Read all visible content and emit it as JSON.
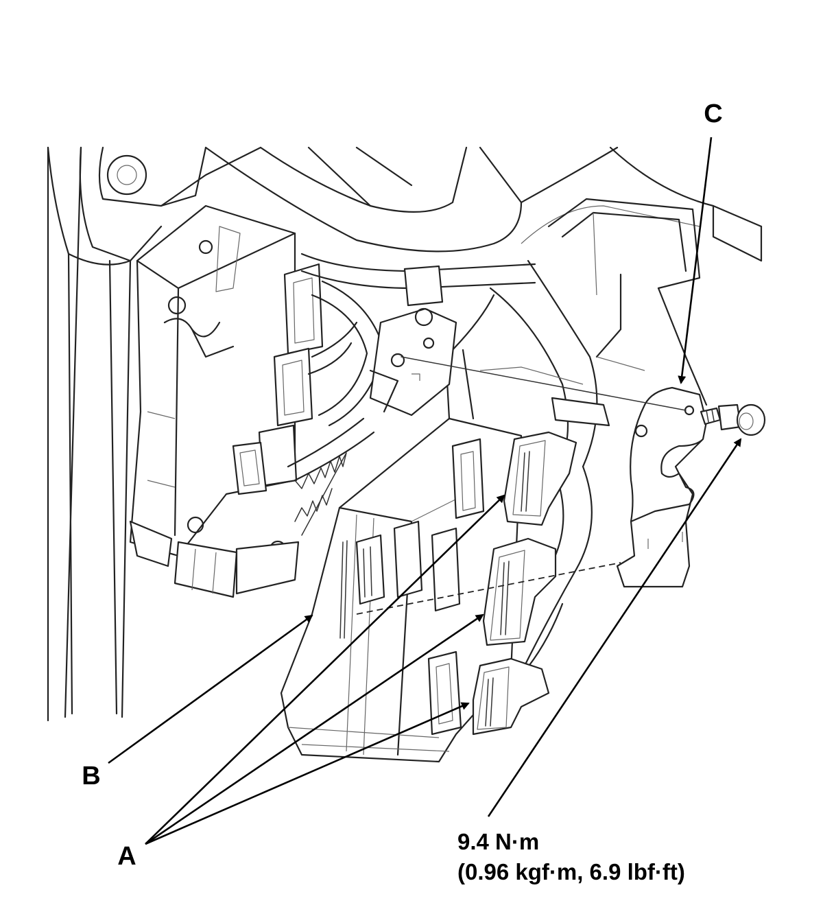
{
  "callouts": {
    "a": "A",
    "b": "B",
    "c": "C"
  },
  "torque": {
    "line1": "9.4 N·m",
    "line2": "(0.96 kgf·m, 6.9 lbf·ft)"
  }
}
